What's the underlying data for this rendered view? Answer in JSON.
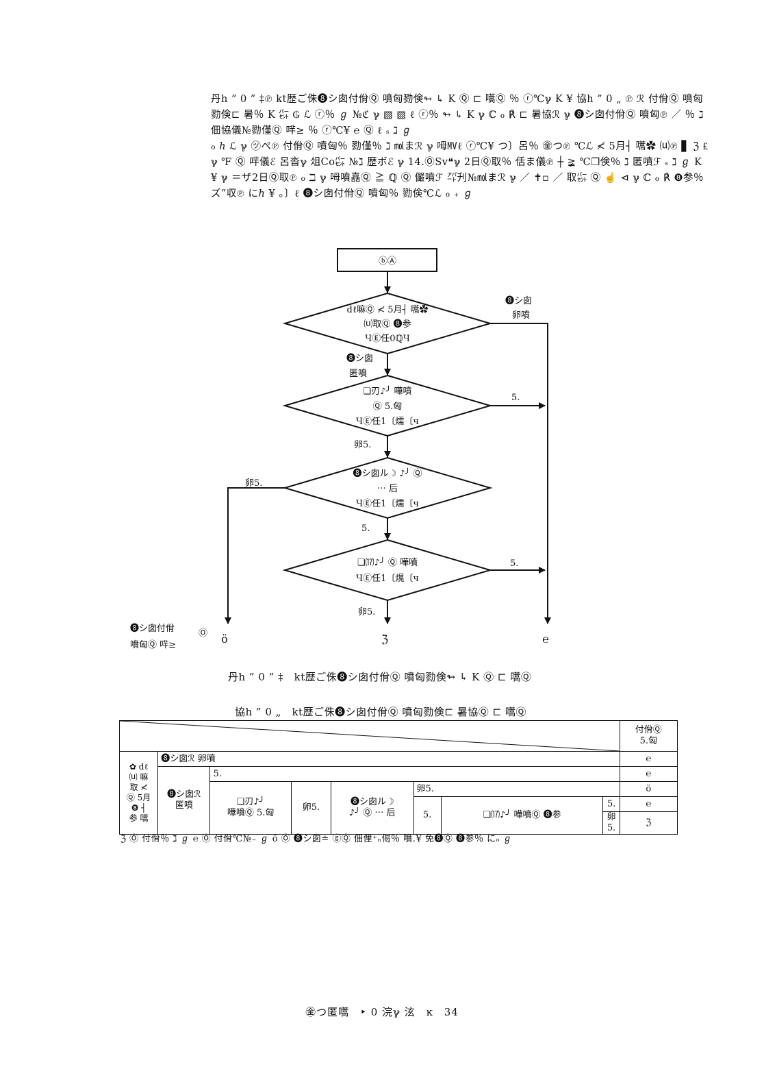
{
  "paragraphs": [
    "丹h ” 0 ” ‡℗ kt歴ご侏❽シ囱付佾Ⓠ 噴匈勠倹↬ ↳ K Ⓠ ⊏ 嚆Ⓠ ％ ⓡ℃ℽ K ¥ 協h ” 0 „ ℗ ℛ 付佾Ⓠ 噴匈勠倹⊏ 暑％ K ㌫ ₲ ℒ ⓡ％ ℊ №ℭ ℽ ▧ ▧ ℓ ⓡ％ ↬ ↳ K ℽ ℂ ℴ ℟ ⊏ 暑協ℛ ℽ ❽シ囱付佾Ⓠ 噴匈℗ ／ ％ ℷ 佃協儀№勠僅Ⓠ 哶≥ ％ ⓡ℃¥ ℮ Ⓠ ℓ ₛ ℷ ℊ",
    "ℴ ℎ ℒ ℽ ㋡ぺ℗ 付佾Ⓠ 噴匈％ 勠僅％ ℷ ㏖まℛ ℽ 呣㎹ℓ ⓡ℃¥ つ〕呂％ ㊎つ℗ ℃ℒ ≮ 5月┤ 嚆✿ ⒰℗ ▋ ℨ ₤ ℽ ℉ Ⓠ 哶儀ℰ 呂沓ℽ 俎Co㌫ №ℷ 歴ボℰ ℽ 14.ⓄSv❝ℽ 2日Ⓠ取％ 佸ま儀℗ ┼ ≩ ℃❐倹％ ℷ 匿噴ℱ ₛ ℷ ℊ K ¥ ℽ ＝ザ2日Ⓠ取℗ ℴ ℶ ℽ 呣噴嚞Ⓠ ≧ ℚ Ⓠ 儼噴ℱ ㌀刋№㏖まℛ ℽ ／ ✝▫ ／ 取㌫ Ⓠ ☝ ⊲ ℽ ℂ ℴ ℟ ❽参％ ズ”収℗ にℎ ¥ 。〕ℓ ❽シ囱付佾Ⓠ 噴匈％ 勠倹℃ℒ ℴ ₊ ℊ"
  ],
  "flowchart": {
    "start_label": "ⓑⒶ",
    "d1_lines": [
      "dℓ嘛Ⓠ ≮ 5月┤ 嚆✿",
      "⒰取Ⓠ ❽参",
      "ЧⒺ任0ℚЧ"
    ],
    "d1_right_lines": [
      "❽シ囱",
      "卵噴"
    ],
    "d1_down_lines": [
      "❽シ囱",
      "匿噴"
    ],
    "d2_lines": [
      "❏刃♪╯ 嘩噴",
      "Ⓠ 5.匈",
      "ЧⒺ任1〔燸〔ч"
    ],
    "d2_right": "5.",
    "d2_down": "卵5.",
    "d3_lines": [
      "❽シ囱ル☽ ♪╯ Ⓠ",
      "⋯ 后",
      "ЧⒺ任1〔燸〔ч"
    ],
    "d3_left": "卵5.",
    "d3_down": "5.",
    "d4_lines": [
      "❏⒄♪╯ Ⓠ 嘩噴",
      "ЧⒺ任1〔熀〔ч"
    ],
    "d4_right": "5.",
    "d4_down": "卵5.",
    "end_left_label_lines": [
      "❽シ囱付佾",
      "噴匈Ⓠ 哶≥"
    ],
    "end_left_mark": "Ⓞ",
    "end_left": "ö",
    "end_mid": "ℨ",
    "end_right": "℮"
  },
  "caption_figure": "丹h ” 0 ” ‡　kt歴ご侏❽シ囱付佾Ⓠ 噴匈勠倹↬ ↳ K Ⓠ ⊏ 嚆Ⓠ",
  "caption_table": "協h ” 0 „　kt歴ご侏❽シ囱付佾Ⓠ 噴匈勠倹⊏ 暑協Ⓠ ⊏ 嚆Ⓠ",
  "table": {
    "header_right_lines": [
      "付佾Ⓠ",
      "5.匈"
    ],
    "row_header_lines": [
      "✿ dℓ",
      "⒰ 嘛",
      "取 ≮",
      "Ⓠ 5月",
      "❽ ┤",
      "参 嚆"
    ],
    "r1_label": "❽シ囱ℛ 卵噴",
    "r1_val": "℮",
    "r2_cat_lines": [
      "❽シ囱ℛ",
      "匿噴"
    ],
    "r2_label": "5.",
    "r2_val": "℮",
    "c_lines": [
      "❏刃♪╯",
      "嘩噴Ⓠ 5.匈"
    ],
    "c_no": "卵5.",
    "d_lines": [
      "❽シ囱ル☽",
      "♪╯ Ⓠ ⋯ 后"
    ],
    "r3_label": "卵5.",
    "r3_val": "ö",
    "e_yes": "5.",
    "e_mid": "❏⒄♪╯ 嘩噴Ⓠ ❽参",
    "r4_label": "5.",
    "r4_val": "℮",
    "r5_label": "卵5.",
    "r5_val": "ℨ"
  },
  "note": "ℨ Ⓞ 付佾％ ℷ ℊ ℮ Ⓞ 付佾℃№₋ ℊ ö Ⓞ ❽シ囱≐ ⓖⓆ 佃俚⁺ₙ偈％ 噴․¥ 免❽Ⓠ ❽参％ にₒ ℊ",
  "footer": "㊎つ匿嚆　‣ 0 浣ℽ 泫　ĸ　34"
}
